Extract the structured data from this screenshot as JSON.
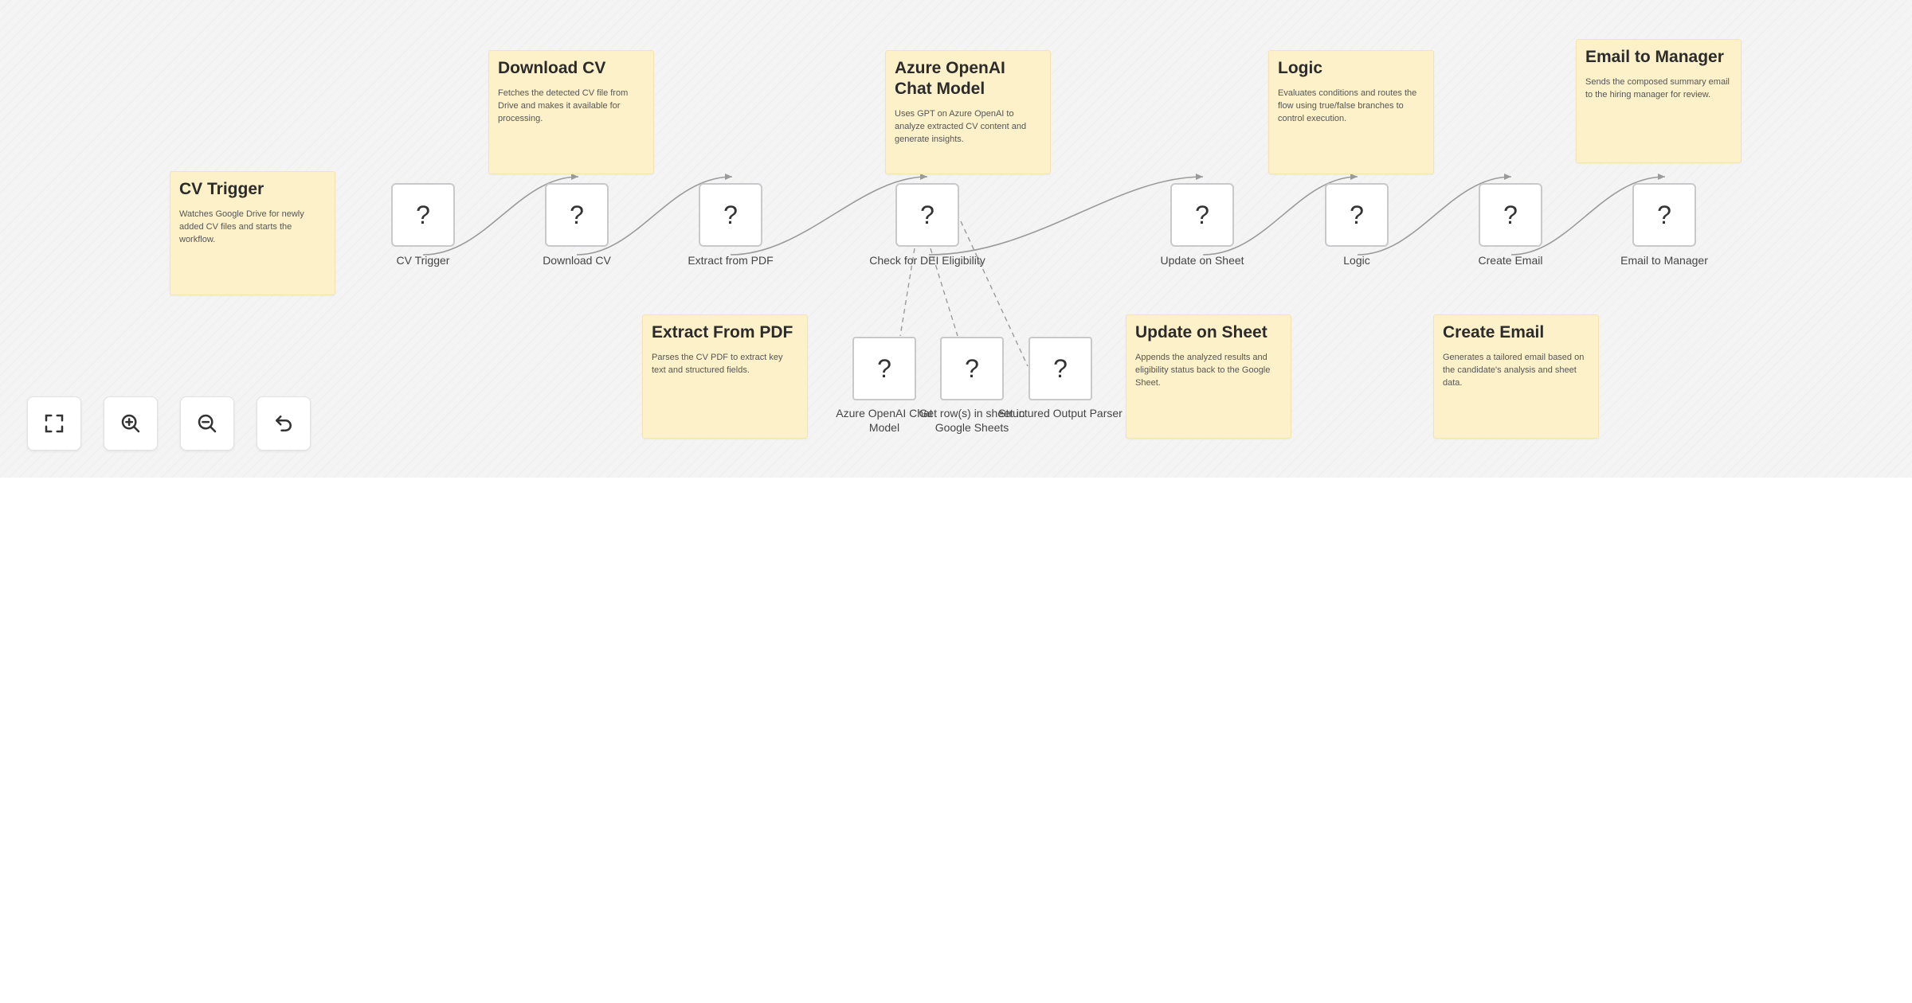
{
  "notes": [
    {
      "title": "CV Trigger",
      "text": "Watches Google Drive for newly added CV files and starts the workflow."
    },
    {
      "title": "Download CV",
      "text": "Fetches the detected CV file from Drive and makes it available for processing."
    },
    {
      "title": "Azure OpenAI Chat Model",
      "text": "Uses GPT on Azure OpenAI to analyze extracted CV content and generate insights."
    },
    {
      "title": "Logic",
      "text": "Evaluates conditions and routes the flow using true/false branches to control execution."
    },
    {
      "title": "Email to Manager",
      "text": "Sends the composed summary email to the hiring manager for review."
    },
    {
      "title": "Extract From PDF",
      "text": "Parses the CV PDF to extract key text and structured fields."
    },
    {
      "title": "Update on Sheet",
      "text": "Appends the analyzed results and eligibility status back to the Google Sheet."
    },
    {
      "title": "Create Email",
      "text": "Generates a tailored email based on the candidate's analysis and sheet data."
    }
  ],
  "nodes": [
    {
      "label": "CV Trigger",
      "icon": "?"
    },
    {
      "label": "Download CV",
      "icon": "?"
    },
    {
      "label": "Extract from PDF",
      "icon": "?"
    },
    {
      "label": "Check for DEI Eligibility",
      "icon": "?"
    },
    {
      "label": "Update on Sheet",
      "icon": "?"
    },
    {
      "label": "Logic",
      "icon": "?"
    },
    {
      "label": "Create Email",
      "icon": "?"
    },
    {
      "label": "Email to Manager",
      "icon": "?"
    }
  ],
  "subnodes": [
    {
      "label": "Azure OpenAI Chat Model",
      "icon": "?"
    },
    {
      "label": "Get row(s) in sheet in Google Sheets",
      "icon": "?"
    },
    {
      "label": "Structured Output Parser",
      "icon": "?"
    }
  ],
  "controls": {
    "fit_view": "fit-view-icon",
    "zoom_in": "zoom-in-icon",
    "zoom_out": "zoom-out-icon",
    "reset": "reset-zoom-icon"
  },
  "colors": {
    "sticky_bg": "#fdf1c9",
    "node_border": "#c9c9cc",
    "edge": "#9a9a9a",
    "canvas_bg": "#f4f4f5"
  }
}
